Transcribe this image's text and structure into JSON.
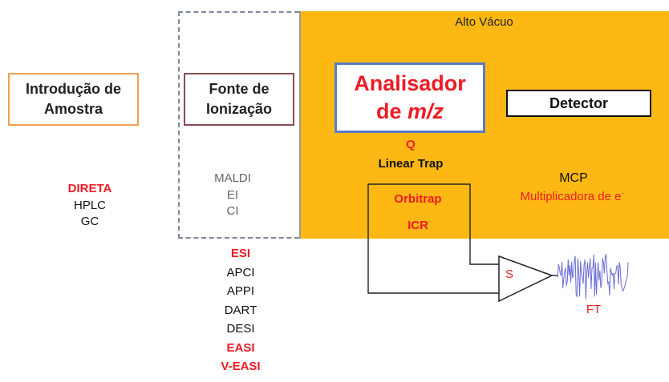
{
  "diagram": {
    "alto_vacuo": "Alto Vácuo",
    "introducao": {
      "line1": "Introdução de",
      "line2": "Amostra"
    },
    "fonte": {
      "line1": "Fonte de",
      "line2": "Ionização"
    },
    "analisador": {
      "line1": "Analisador",
      "line2_prefix": "de ",
      "line2_italic": "m/z"
    },
    "detector": "Detector",
    "analyzer_types": [
      "Q",
      "Linear Trap",
      "Orbitrap",
      "ICR"
    ],
    "intro_methods": [
      "DIRETA",
      "HPLC",
      "GC"
    ],
    "vacuum_sources": [
      "MALDI",
      "EI",
      "CI"
    ],
    "atm_sources": [
      "ESI",
      "APCI",
      "APPI",
      "DART",
      "DESI",
      "EASI",
      "V-EASI"
    ],
    "detector_types": {
      "mcp": "MCP",
      "multiplicadora": "Multiplicadora de e",
      "superscript": "-"
    },
    "amplifier_label": "S",
    "ft_label": "FT",
    "colors": {
      "vacuum": "#FDB813",
      "red": "#ee1c25",
      "analyzer_border": "#5B7CC4",
      "intro_border": "#F0A050",
      "fonte_border": "#8B4A55",
      "signal": "#6b6fd6"
    }
  }
}
